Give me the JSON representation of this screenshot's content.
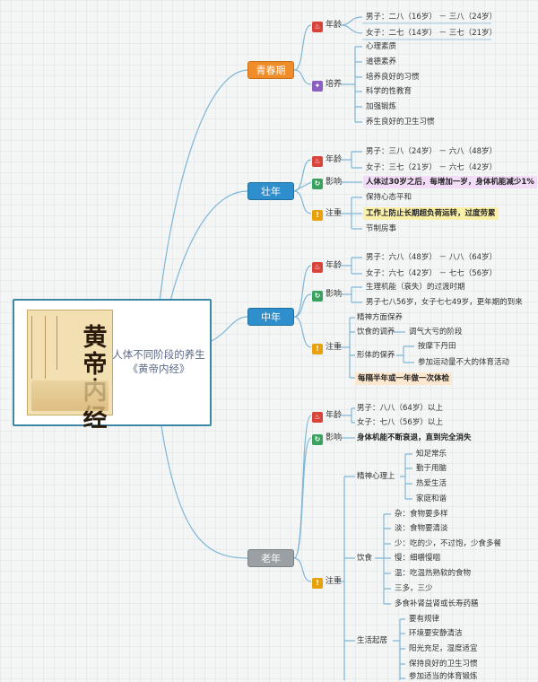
{
  "root": {
    "book_title": "黄帝内经",
    "text_line1": "人体不同阶段的养生",
    "text_line2": "《黄帝内经》"
  },
  "stages": {
    "youth": {
      "label": "青春期",
      "age_label": "年龄",
      "age": [
        "男子：二八（16岁） － 三八（24岁）",
        "女子：二七（14岁） － 三七（21岁）"
      ],
      "cultivate_label": "培养",
      "cultivate": [
        "心理素质",
        "道德素养",
        "培养良好的习惯",
        "科学的性教育",
        "加强锻炼",
        "养生良好的卫生习惯"
      ]
    },
    "prime": {
      "label": "壮年",
      "age_label": "年龄",
      "age": [
        "男子：三八（24岁） － 六八（48岁）",
        "女子：三七（21岁） － 六七（42岁）"
      ],
      "influence_label": "影响",
      "influence": "人体过30岁之后，每增加一岁，身体机能减少1%",
      "attention_label": "注重",
      "attention": [
        "保持心态平和",
        "工作上防止长期超负荷运转，过度劳累",
        "节制房事"
      ]
    },
    "middle": {
      "label": "中年",
      "age_label": "年龄",
      "age": [
        "男子：六八（48岁） － 八八（64岁）",
        "女子：六七（42岁） － 七七（56岁）"
      ],
      "influence_label": "影响",
      "influence": [
        "生理机能（衰失）的过渡时期",
        "男子七八56岁，女子七七49岁，更年期的到来"
      ],
      "attention_label": "注重",
      "attention": {
        "mental": "精神方面保养",
        "diet_label": "饮食的调养",
        "diet": "调气大亏的阶段",
        "body_label": "形体的保养",
        "body": [
          "按摩下丹田",
          "参加运动量不大的体育活动"
        ],
        "checkup": "每隔半年或一年做一次体检"
      }
    },
    "old": {
      "label": "老年",
      "age_label": "年龄",
      "age": [
        "男子：八八（64岁）以上",
        "女子：七八（56岁）以上"
      ],
      "influence_label": "影响",
      "influence": "身体机能不断衰退，直到完全消失",
      "attention_label": "注重",
      "mind_label": "精神心理上",
      "mind": [
        "知足常乐",
        "勤于用脑",
        "热爱生活",
        "家庭和谐"
      ],
      "diet_label": "饮食",
      "diet": [
        "杂：食物要多样",
        "淡：食物要清淡",
        "少：吃的少，不过饱，少食多餐",
        "慢：细嚼慢咽",
        "温：吃温热熟软的食物",
        "三多，三少",
        "多食补肾益肾或长寿药膳"
      ],
      "life_label": "生活起居",
      "life": [
        "要有规律",
        "环境要安静清洁",
        "阳光充足，湿度适宜",
        "保持良好的卫生习惯",
        "参加适当的体育锻炼"
      ]
    }
  }
}
